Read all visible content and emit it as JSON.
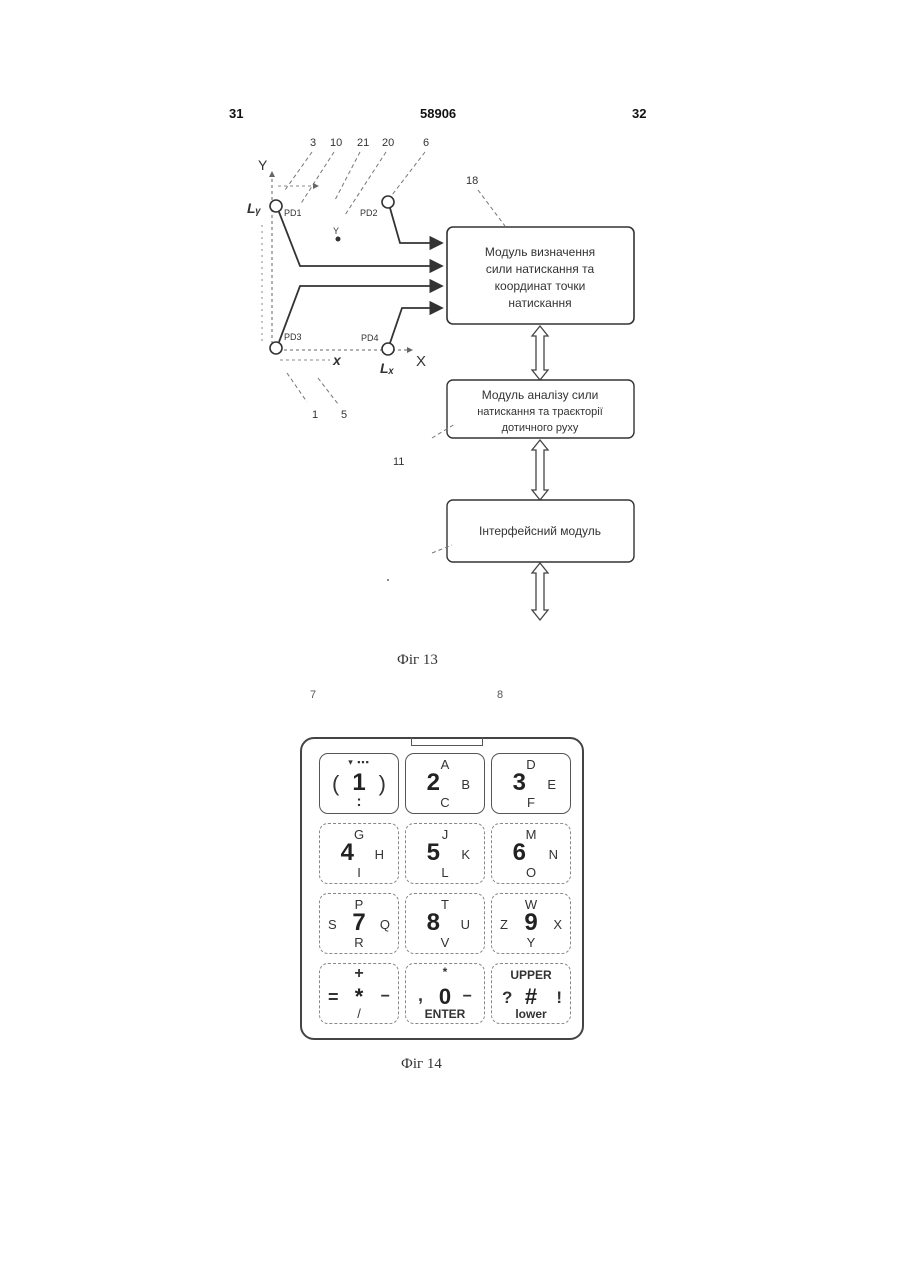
{
  "page_header": {
    "left": "31",
    "center": "58906",
    "right": "32"
  },
  "fig13": {
    "caption": "Фіг 13",
    "top_labels": [
      "3",
      "10",
      "21",
      "20",
      "6"
    ],
    "axis_y": "Y",
    "axis_x": "X",
    "coord_x": "x",
    "length_ly": "Lᵧ",
    "length_lx": "Lₓ",
    "sensors": [
      "PD1",
      "PD2",
      "PD3",
      "PD4"
    ],
    "touch_symbol": "Y",
    "ref_block1": "18",
    "ref_block3": "11",
    "bottom_labels": [
      "1",
      "5"
    ],
    "block1_lines": [
      "Модуль визначення",
      "сили натискання та",
      "координат точки",
      "натискання"
    ],
    "block2_lines": [
      "Модуль аналізу сили",
      "натискання та траєкторії",
      "дотичного руху"
    ],
    "block3_lines": [
      "Інтерфейсний модуль"
    ]
  },
  "fig14": {
    "caption": "Фіг 14",
    "ref_left": "7",
    "ref_right": "8",
    "keys": [
      {
        "top": "▾ ▪▪▪",
        "left": "(",
        "main": "1",
        "right": ")",
        "bottom": ":"
      },
      {
        "top": "A",
        "main": "2",
        "right": "B",
        "bottom": "C"
      },
      {
        "top": "D",
        "main": "3",
        "right": "E",
        "bottom": "F"
      },
      {
        "top": "G",
        "main": "4",
        "right": "H",
        "bottom": "I"
      },
      {
        "top": "J",
        "main": "5",
        "right": "K",
        "bottom": "L"
      },
      {
        "top": "M",
        "main": "6",
        "right": "N",
        "bottom": "O"
      },
      {
        "top": "P",
        "left": "S",
        "main": "7",
        "right": "Q",
        "bottom": "R"
      },
      {
        "top": "T",
        "main": "8",
        "right": "U",
        "bottom": "V"
      },
      {
        "top": "W",
        "left": "Z",
        "main": "9",
        "right": "X",
        "bottom": "Y"
      },
      {
        "top": "+",
        "left": "=",
        "main": "*",
        "right": "−",
        "bottom": "/"
      },
      {
        "top": "*",
        "left": ",",
        "main": "0",
        "right": "−",
        "bottom": "ENTER"
      },
      {
        "top": "UPPER",
        "left": "?",
        "main": "#",
        "right": "!",
        "bottom": "lower"
      }
    ]
  }
}
